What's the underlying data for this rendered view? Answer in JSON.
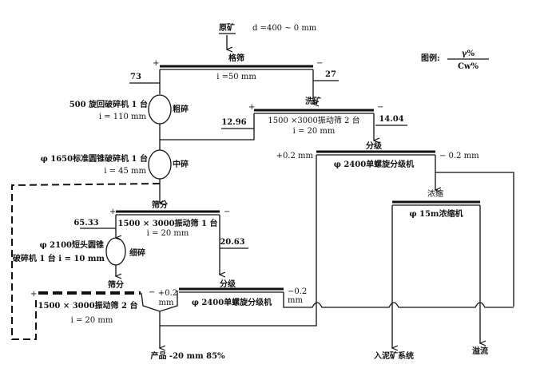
{
  "feed": {
    "label": "原矿",
    "size": "d =400 ~ 0 mm"
  },
  "legend": {
    "label": "图例:",
    "numerator": "γ%",
    "denominator": "Cw%"
  },
  "grizzly": {
    "label": "格筛",
    "aperture": "i =50 mm",
    "plus": "+",
    "minus": "−",
    "oversize": "73",
    "undersize": "27"
  },
  "coarse_crusher": {
    "label": "粗碎",
    "machine": "500 旋回破碎机 1 台",
    "setting": "i = 110 mm"
  },
  "washing": {
    "label": "洗矿",
    "machine": "1500 ×3000振动筛 2 台",
    "aperture": "i = 20 mm",
    "plus": "+",
    "minus": "−",
    "oversize": "12.96",
    "undersize": "14.04"
  },
  "classify1": {
    "label": "分级",
    "machine": "φ 2400单螺旋分级机",
    "plus": "+0.2 mm",
    "minus": "− 0.2 mm"
  },
  "medium_crusher": {
    "label": "中碎",
    "machine": "φ 1650标准圆锥破碎机 1 台",
    "setting": "i = 45 mm"
  },
  "thickener": {
    "label": "浓缩",
    "machine": "φ 15m浓缩机"
  },
  "screen1": {
    "label": "筛分",
    "machine": "1500 × 3000振动筛 1 台",
    "aperture": "i = 20 mm",
    "plus": "+",
    "minus": "−",
    "oversize": "65.33",
    "undersize": "20.63"
  },
  "fine_crusher": {
    "label": "细碎",
    "machine_line1": "φ 2100短头圆锥",
    "machine_line2": "破碎机 1 台  i = 10 mm"
  },
  "screen2": {
    "label": "筛分",
    "machine": "1500 × 3000振动筛 2 台",
    "aperture": "i = 20 mm",
    "plus": "+",
    "minus": "−"
  },
  "classify2": {
    "label": "分级",
    "machine": "φ 2400单螺旋分级机",
    "plus_1": "+0.2",
    "plus_2": "mm",
    "minus_1": "−0.2",
    "minus_2": "mm"
  },
  "outputs": {
    "product": "产品 -20 mm 85%",
    "slime": "入泥矿系统",
    "overflow": "溢流"
  }
}
